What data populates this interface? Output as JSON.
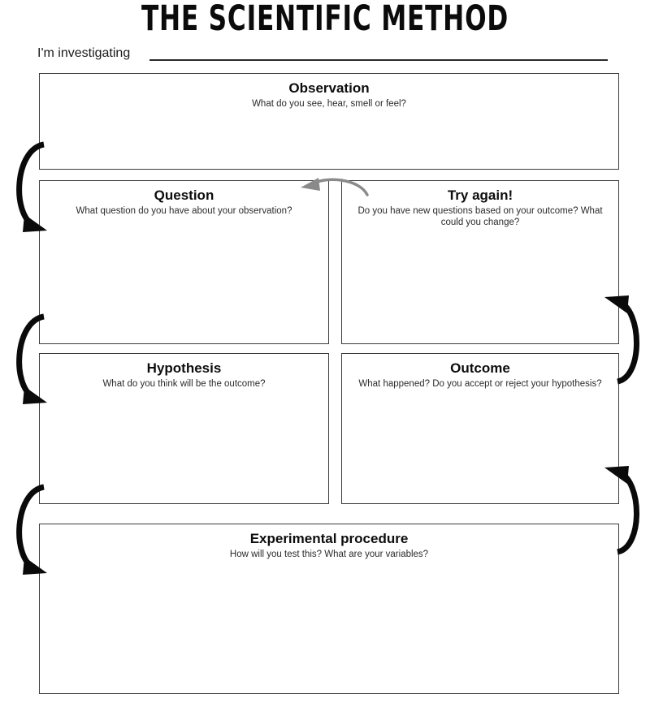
{
  "page": {
    "title": "THE SCIENTIFIC METHOD",
    "investigating_label": "I'm investigating",
    "investigating_value": ""
  },
  "boxes": [
    {
      "id": "observation",
      "heading": "Observation",
      "prompt": "What do you see, hear, smell or feel?",
      "answer": ""
    },
    {
      "id": "question",
      "heading": "Question",
      "prompt": "What question do you have about your observation?",
      "answer": ""
    },
    {
      "id": "tryagain",
      "heading": "Try again!",
      "prompt": "Do you have new questions based on your outcome? What could you change?",
      "answer": ""
    },
    {
      "id": "hypothesis",
      "heading": "Hypothesis",
      "prompt": "What do you think will be the outcome?",
      "answer": ""
    },
    {
      "id": "outcome",
      "heading": "Outcome",
      "prompt": "What happened? Do you accept or reject your hypothesis?",
      "answer": ""
    },
    {
      "id": "procedure",
      "heading": "Experimental procedure",
      "prompt": "How will you test this? What are your variables?",
      "answer": ""
    }
  ],
  "arrows": [
    {
      "id": "observation-to-question",
      "side": "left",
      "direction": "down",
      "color": "#0a0a0a"
    },
    {
      "id": "question-to-hypothesis",
      "side": "left",
      "direction": "down",
      "color": "#0a0a0a"
    },
    {
      "id": "hypothesis-to-procedure",
      "side": "left",
      "direction": "down",
      "color": "#0a0a0a"
    },
    {
      "id": "outcome-to-tryagain",
      "side": "right",
      "direction": "up",
      "color": "#0a0a0a"
    },
    {
      "id": "procedure-to-outcome",
      "side": "right",
      "direction": "up",
      "color": "#0a0a0a"
    },
    {
      "id": "tryagain-to-question",
      "side": "top-center",
      "direction": "left",
      "color": "#8a8a8a"
    }
  ],
  "colors": {
    "ink": "#0a0a0a",
    "box_border": "#3c3c3c",
    "gray_arrow": "#8a8a8a",
    "paper": "#ffffff"
  }
}
